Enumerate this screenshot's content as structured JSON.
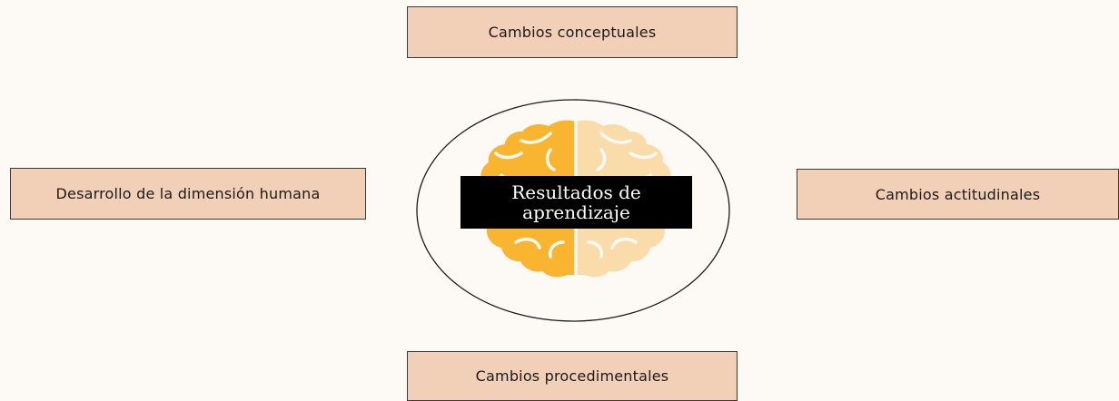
{
  "colors": {
    "background": "#fdf9f5",
    "box_fill": "#f2d0b7",
    "brain_left": "#f9b52f",
    "brain_right": "#f9dca9",
    "label_bg": "#000000",
    "label_text": "#ffffff"
  },
  "center": {
    "icon": "brain-icon",
    "label_line1": "Resultados de",
    "label_line2": "aprendizaje"
  },
  "nodes": {
    "top": "Cambios conceptuales",
    "left": "Desarrollo de la dimensión humana",
    "right": "Cambios actitudinales",
    "bottom": "Cambios procedimentales"
  }
}
